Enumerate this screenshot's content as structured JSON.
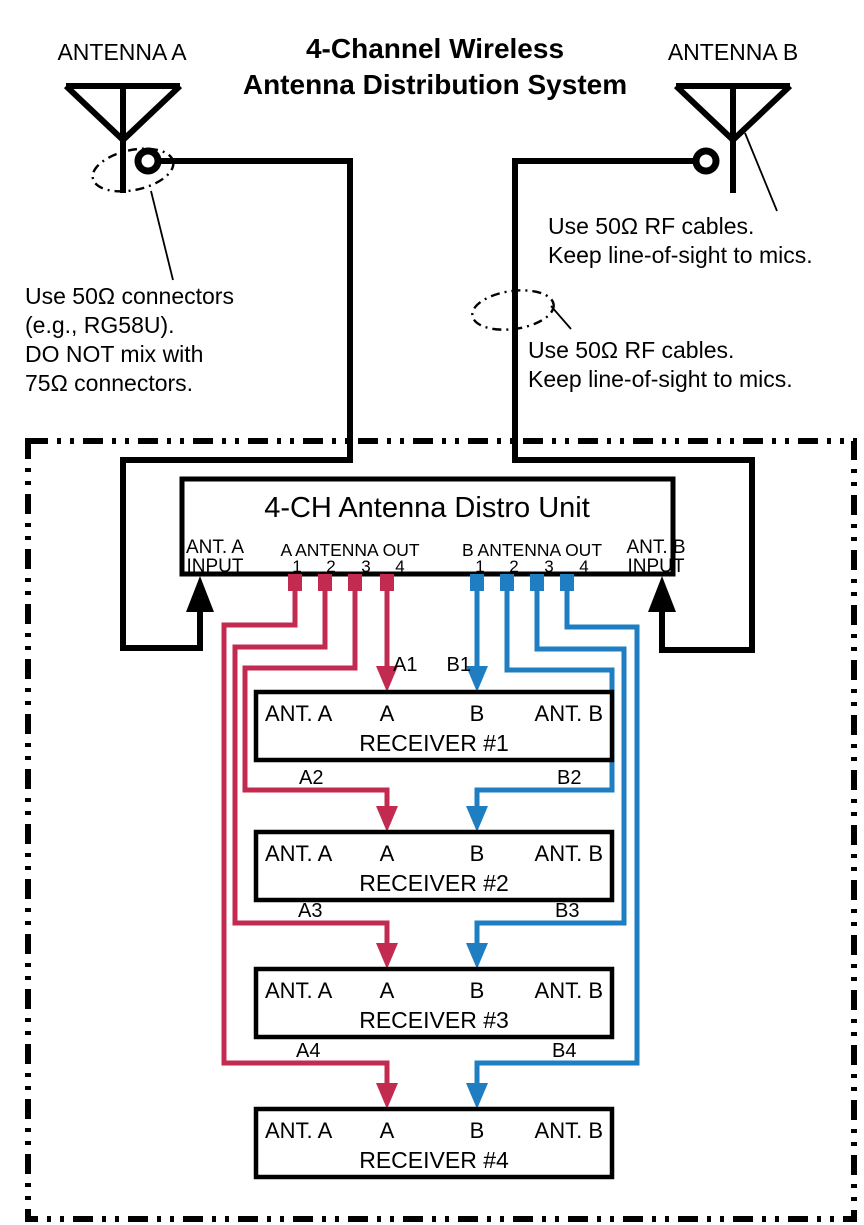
{
  "page_title": "4-Channel Wireless Antenna Distribution System",
  "title": {
    "line1": "4-Channel Wireless",
    "line2": "Antenna Distribution System"
  },
  "antenna_a": {
    "label": "ANTENNA A"
  },
  "antenna_b": {
    "label": "ANTENNA B"
  },
  "notes": {
    "connector_note": {
      "line1": "Use 50Ω connectors",
      "line2": "(e.g., RG58U).",
      "line3": "DO NOT mix with",
      "line4": "75Ω connectors."
    },
    "rf_note_top": {
      "line1": "Use 50Ω RF cables.",
      "line2": "Keep line-of-sight to mics."
    },
    "rf_note_bottom": {
      "line1": "Use 50Ω RF cables.",
      "line2": "Keep line-of-sight to mics."
    }
  },
  "distro_unit": {
    "title": "4-CH Antenna Distro Unit",
    "ant_a_input": {
      "line1": "ANT. A",
      "line2": "INPUT"
    },
    "ant_b_input": {
      "line1": "ANT. B",
      "line2": "INPUT"
    },
    "a_out": {
      "label": "A ANTENNA OUT",
      "ports": [
        "1",
        "2",
        "3",
        "4"
      ]
    },
    "b_out": {
      "label": "B ANTENNA OUT",
      "ports": [
        "1",
        "2",
        "3",
        "4"
      ]
    }
  },
  "receivers": [
    {
      "name": "RECEIVER #1",
      "ant_a": "ANT. A",
      "port_a": "A",
      "port_b": "B",
      "ant_b": "ANT. B",
      "cable_a": "A1",
      "cable_b": "B1"
    },
    {
      "name": "RECEIVER #2",
      "ant_a": "ANT. A",
      "port_a": "A",
      "port_b": "B",
      "ant_b": "ANT. B",
      "cable_a": "A2",
      "cable_b": "B2"
    },
    {
      "name": "RECEIVER #3",
      "ant_a": "ANT. A",
      "port_a": "A",
      "port_b": "B",
      "ant_b": "ANT. B",
      "cable_a": "A3",
      "cable_b": "B3"
    },
    {
      "name": "RECEIVER #4",
      "ant_a": "ANT. A",
      "port_a": "A",
      "port_b": "B",
      "ant_b": "ANT. B",
      "cable_a": "A4",
      "cable_b": "B4"
    }
  ],
  "colors": {
    "channel_a": "#C22A50",
    "channel_b": "#1E7EC1",
    "line_black": "#000000",
    "background": "#FFFFFF"
  }
}
